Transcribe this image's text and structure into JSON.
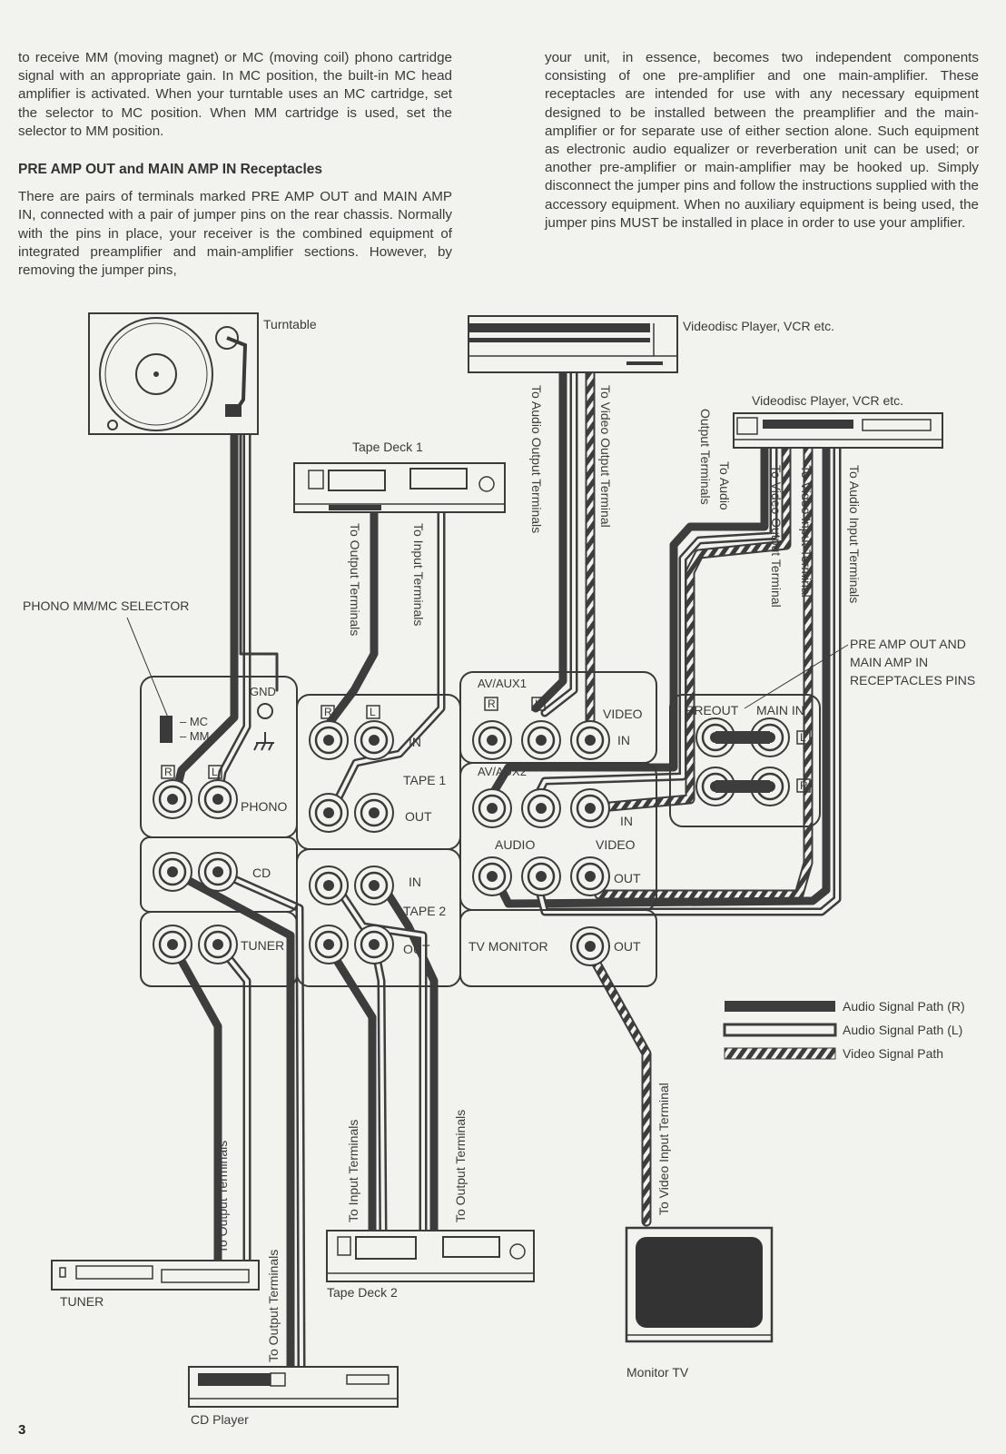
{
  "left_column": {
    "paragraph_1": "to receive MM (moving magnet) or MC (moving coil) phono cartridge signal with an appropriate gain. In MC position, the built-in MC head amplifier is activated. When your turntable uses an MC cartridge, set the selector to MC position. When MM cartridge is used, set the selector to MM position.",
    "heading": "PRE AMP OUT and MAIN AMP IN Receptacles",
    "paragraph_2": "There are pairs of terminals marked PRE AMP OUT and MAIN AMP IN, connected with a pair of jumper pins on the rear chassis. Normally with the pins in place, your receiver is the combined equipment of integrated preamplifier and main-amplifier sections. However, by removing the jumper pins,"
  },
  "right_column": {
    "paragraph": "your unit, in essence, becomes two independent components consisting of one pre-amplifier and one main-amplifier. These receptacles are intended for use with any necessary equipment designed to be installed between the preamplifier and the main-amplifier or for separate use of either section alone. Such equipment as electronic audio equalizer or reverberation unit can be used; or another pre-amplifier or main-amplifier may be hooked up. Simply disconnect the jumper pins and follow the instructions supplied with the accessory equipment. When no auxiliary equipment is being used, the jumper pins MUST be installed in place in order to use your amplifier."
  },
  "page_number": "3",
  "diagram": {
    "devices": {
      "turntable": "Turntable",
      "videodisc_1": "Videodisc Player, VCR etc.",
      "videodisc_2": "Videodisc Player, VCR etc.",
      "tape_deck_1": "Tape Deck 1",
      "tape_deck_2": "Tape Deck 2",
      "tuner": "TUNER",
      "cd_player": "CD Player",
      "monitor_tv": "Monitor TV"
    },
    "callouts": {
      "phono_selector": "PHONO MM/MC SELECTOR",
      "preamp_pins_1": "PRE AMP OUT AND",
      "preamp_pins_2": "MAIN AMP IN",
      "preamp_pins_3": "RECEPTACLES PINS"
    },
    "panel": {
      "gnd": "GND",
      "mc": "MC",
      "mm": "MM",
      "r": "R",
      "l": "L",
      "phono": "PHONO",
      "cd": "CD",
      "tuner": "TUNER",
      "in": "IN",
      "out": "OUT",
      "tape1": "TAPE 1",
      "tape2": "TAPE 2",
      "av_aux1": "AV/AUX1",
      "av_aux2": "AV/AUX2",
      "video": "VIDEO",
      "audio": "AUDIO",
      "tv_monitor": "TV MONITOR",
      "preout": "PREOUT",
      "main_in": "MAIN IN"
    },
    "cable_labels": {
      "td1_output": "To Output Terminals",
      "td1_input": "To Input Terminals",
      "vd1_audio_output": "To Audio Output Terminals",
      "vd1_video_output": "To Video Output Terminal",
      "vd2_audio_output_a": "To Audio",
      "vd2_audio_output_b": "Output Terminals",
      "vd2_video_output": "To Video Output Terminal",
      "vd2_video_input": "To Video Input Terminal",
      "vd2_audio_input": "To Audio Input Terminals",
      "tuner_output": "To Output Terminals",
      "cd_output": "To Output Terminals",
      "td2_input": "To Input Terminals",
      "td2_output": "To Output Terminals",
      "tv_video_input": "To Video Input Terminal"
    },
    "legend": [
      {
        "label": "Audio Signal Path (R)",
        "style": "solid-dark"
      },
      {
        "label": "Audio Signal Path (L)",
        "style": "hollow"
      },
      {
        "label": "Video Signal Path",
        "style": "hatched"
      }
    ],
    "colors": {
      "ink": "#3a3a3a",
      "cable_dark": "#3d3d3d",
      "paper": "#f2f2ef"
    }
  }
}
